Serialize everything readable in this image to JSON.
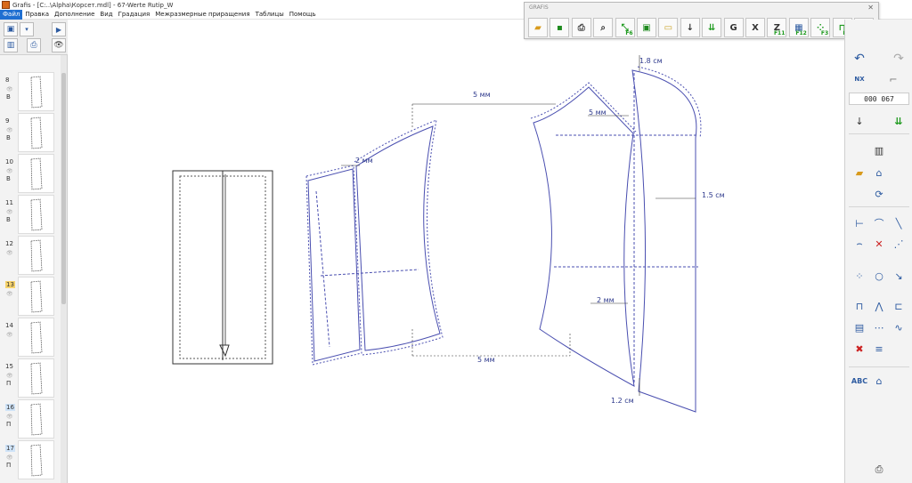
{
  "window": {
    "title": "Grafis - [C:..\\Alpha\\Корсет.mdl] - 67-Werte Rutip_W"
  },
  "menu": [
    "Файл",
    "Правка",
    "Дополнение",
    "Вид",
    "Градация",
    "Межразмерные приращения",
    "Таблицы",
    "Помощь"
  ],
  "pieces": [
    {
      "num": "8",
      "letter": "В"
    },
    {
      "num": "9",
      "letter": "В"
    },
    {
      "num": "10",
      "letter": "В"
    },
    {
      "num": "11",
      "letter": "В"
    },
    {
      "num": "12",
      "letter": ""
    },
    {
      "num": "13",
      "letter": ""
    },
    {
      "num": "14",
      "letter": ""
    },
    {
      "num": "15",
      "letter": "П"
    },
    {
      "num": "16",
      "letter": "П"
    },
    {
      "num": "17",
      "letter": "П"
    }
  ],
  "grafis_toolbar": {
    "title": "GRAFIS",
    "buttons": [
      {
        "icon": "open-folder-icon",
        "label": "",
        "sub": ""
      },
      {
        "icon": "save-icon",
        "label": "",
        "sub": ""
      },
      {
        "icon": "print-icon",
        "label": "",
        "sub": ""
      },
      {
        "icon": "zoom-icon",
        "label": "",
        "sub": ""
      },
      {
        "icon": "fit-icon",
        "label": "",
        "sub": "F6"
      },
      {
        "icon": "page-icon",
        "label": "",
        "sub": ""
      },
      {
        "icon": "ruler-icon",
        "label": "",
        "sub": ""
      },
      {
        "icon": "arrow-down-icon",
        "label": "↓",
        "sub": ""
      },
      {
        "icon": "double-arrow-down-icon",
        "label": "⇊",
        "sub": ""
      },
      {
        "icon": "g-icon",
        "label": "G",
        "sub": ""
      },
      {
        "icon": "x-icon",
        "label": "X",
        "sub": ""
      },
      {
        "icon": "z-icon",
        "label": "Z",
        "sub": "F11"
      },
      {
        "icon": "table-icon",
        "label": "",
        "sub": "F12"
      },
      {
        "icon": "points-icon",
        "label": "",
        "sub": "F3"
      },
      {
        "icon": "figure-icon",
        "label": "",
        "sub": "F5"
      },
      {
        "icon": "calculator-icon",
        "label": "",
        "sub": ""
      }
    ]
  },
  "right_panel": {
    "counter": "000 067"
  },
  "dimensions": {
    "top_5mm": "5 мм",
    "front_2mm": "2 мм",
    "back_5mm": "5 мм",
    "top_1_8cm": "1.8 см",
    "side_1_5cm": "1.5 см",
    "back_2mm": "2 мм",
    "bottom_5mm": "5 мм",
    "bottom_1_2cm": "1.2 см"
  }
}
